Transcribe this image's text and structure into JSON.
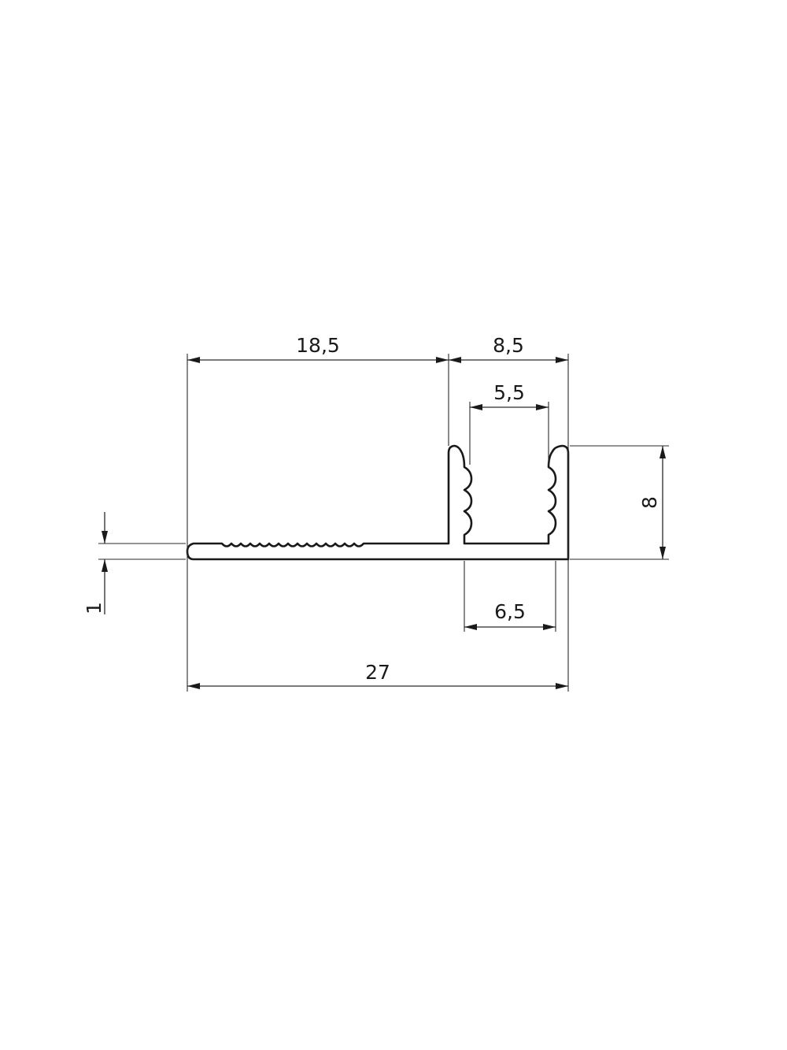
{
  "dimensions": {
    "top_left_width": "18,5",
    "top_right_width": "8,5",
    "channel_inner_width": "5,5",
    "channel_outer_width": "6,5",
    "overall_width": "27",
    "channel_height": "8",
    "base_thickness": "1"
  },
  "colors": {
    "line": "#1a1a1a",
    "background": "#ffffff"
  }
}
